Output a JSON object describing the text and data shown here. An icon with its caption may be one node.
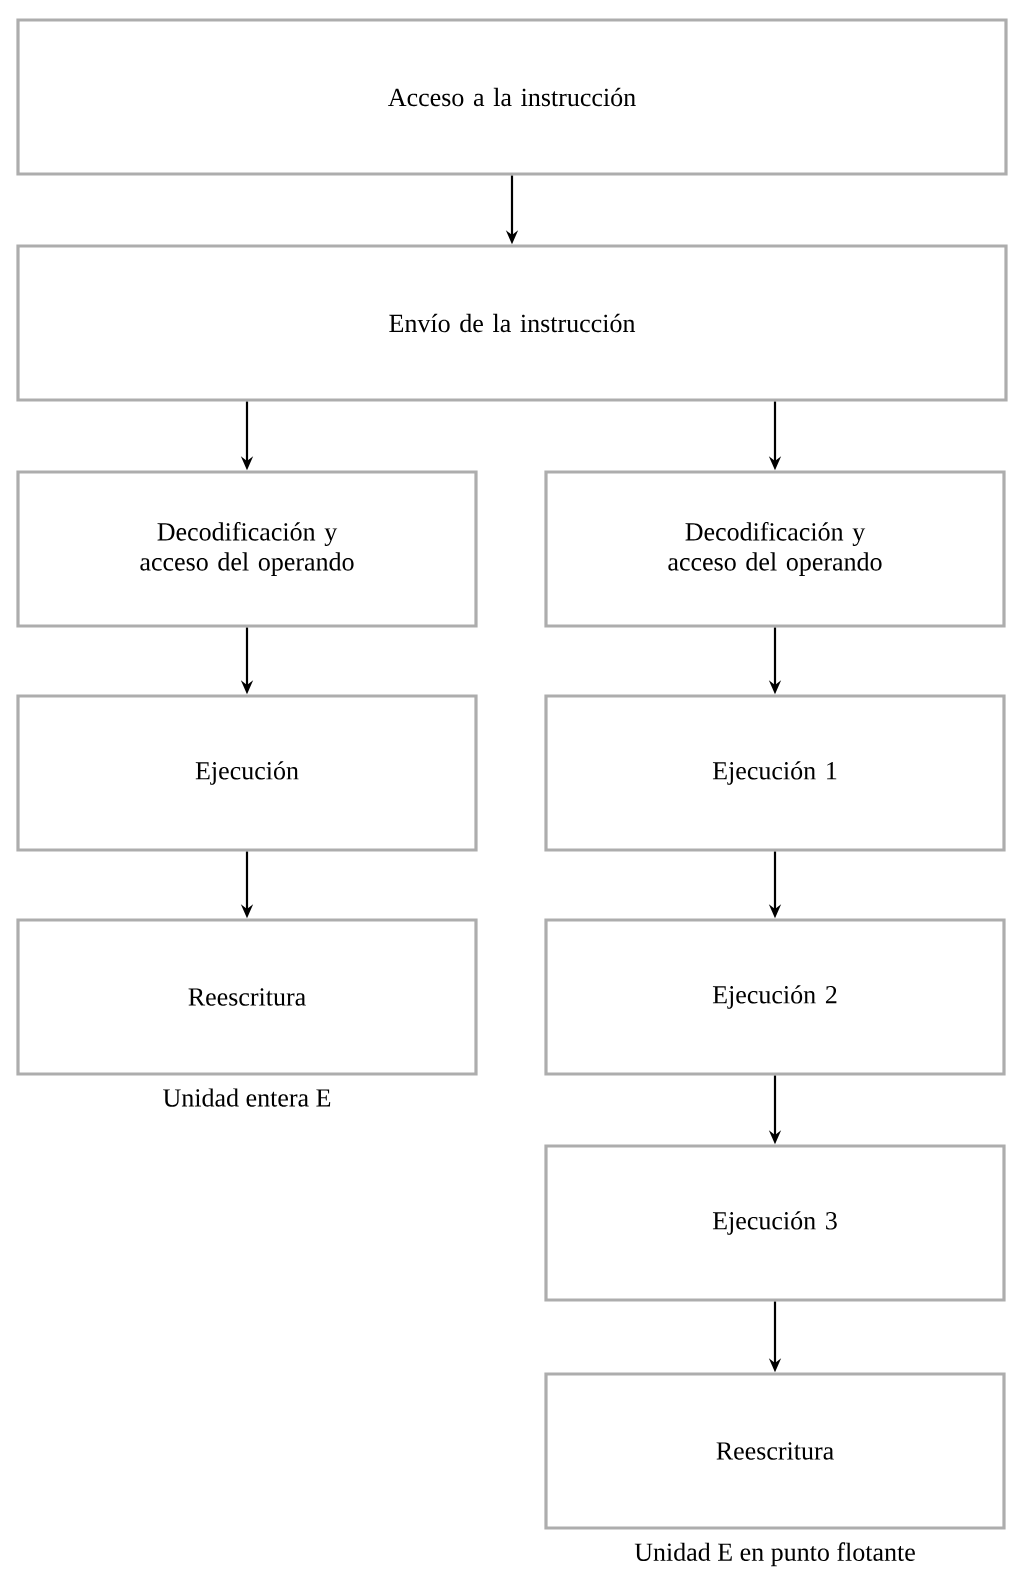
{
  "diagram": {
    "nodes": [
      {
        "text": [
          "Acceso a la instrucción"
        ]
      },
      {
        "text": [
          "Envío de la instrucción"
        ]
      },
      {
        "text": [
          "Decodificación y acceso del operando"
        ]
      },
      {
        "text": [
          "Decodificación y acceso del operando"
        ]
      },
      {
        "text": [
          "Ejecución"
        ]
      },
      {
        "text": [
          "Ejecución 1"
        ]
      },
      {
        "text": [
          "Reescritura"
        ],
        "beside": [
          "Unidad entera E"
        ]
      },
      {
        "text": [
          "Ejecución 2"
        ]
      },
      {
        "text": [
          "Ejecución 3"
        ]
      },
      {
        "text": [
          "Reescritura"
        ],
        "beside": [
          "Unidad E en punto flotante"
        ]
      }
    ],
    "edges": [
      {
        "from": 0,
        "to": 1,
        "arrow": "to"
      },
      {
        "from": 1,
        "to": 2,
        "arrow": "to"
      },
      {
        "from": 1,
        "to": 3,
        "arrow": "to"
      },
      {
        "from": 2,
        "to": 4,
        "arrow": "to"
      },
      {
        "from": 4,
        "to": 6,
        "arrow": "to"
      },
      {
        "from": 3,
        "to": 5,
        "arrow": "to"
      },
      {
        "from": 5,
        "to": 7,
        "arrow": "to"
      },
      {
        "from": 7,
        "to": 8,
        "arrow": "to"
      },
      {
        "from": 8,
        "to": 9,
        "arrow": "to"
      }
    ]
  }
}
